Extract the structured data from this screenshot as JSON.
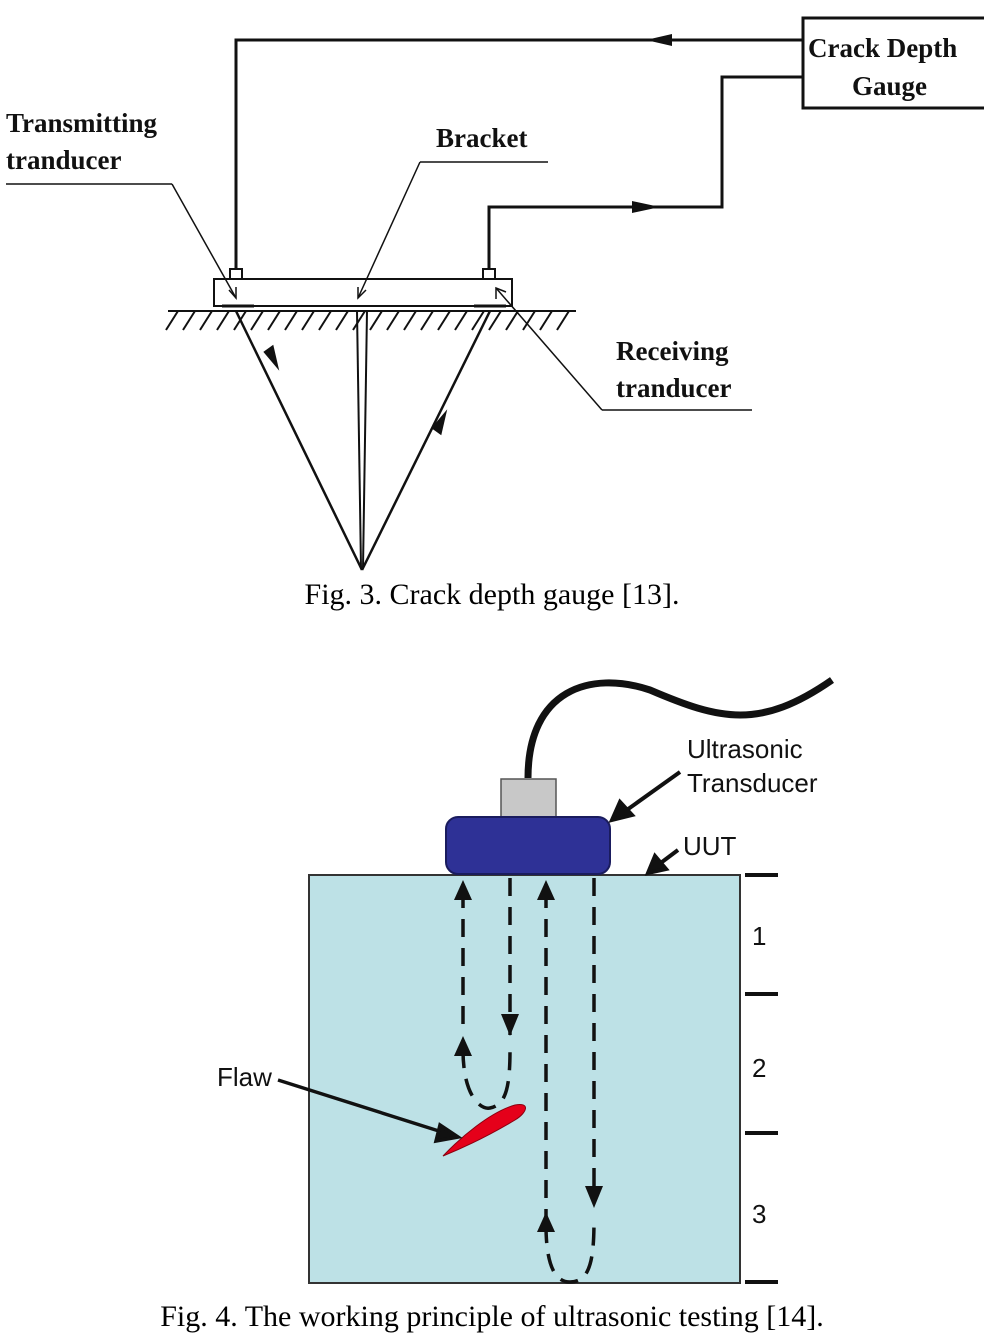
{
  "fig3": {
    "gauge_label_line1": "Crack Depth",
    "gauge_label_line2": "Gauge",
    "transmitting_line1": "Transmitting",
    "transmitting_line2": "tranducer",
    "bracket": "Bracket",
    "receiving_line1": "Receiving",
    "receiving_line2": "tranducer",
    "caption": "Fig. 3. Crack depth gauge [13]."
  },
  "fig4": {
    "transducer_line1": "Ultrasonic",
    "transducer_line2": "Transducer",
    "uut": "UUT",
    "flaw": "Flaw",
    "zones": [
      "1",
      "2",
      "3"
    ],
    "caption": "Fig. 4. The working principle of ultrasonic testing [14].",
    "colors": {
      "body": "#bde1e6",
      "transducer": "#2e3196",
      "connector": "#c8c8c8",
      "flaw": "#e5001a"
    }
  }
}
